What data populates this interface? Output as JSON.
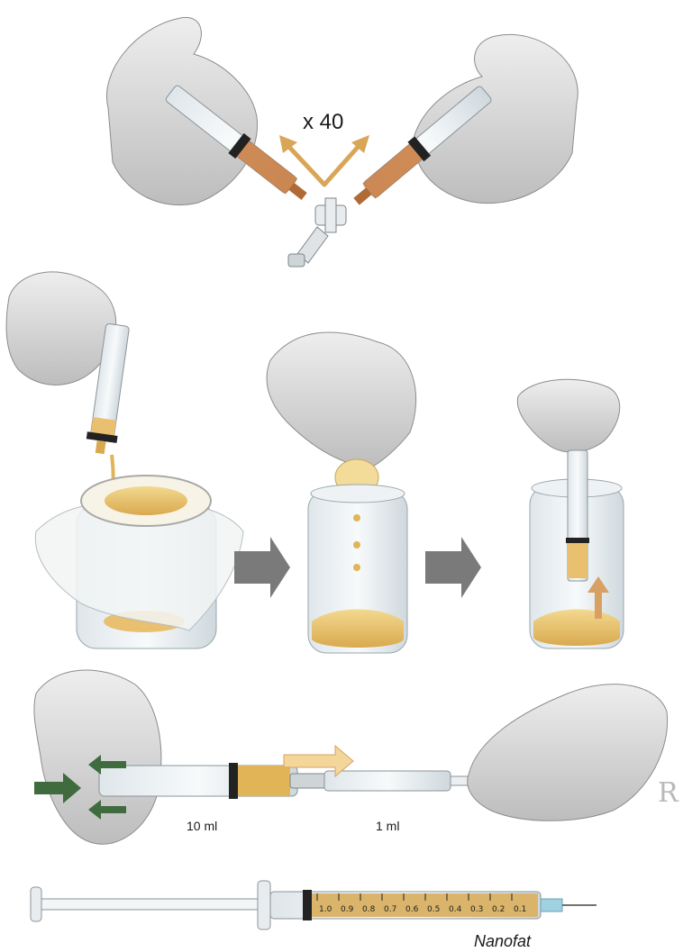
{
  "labels": {
    "repetitions": "x 40",
    "syringe_10": "10 ml",
    "syringe_1": "1 ml",
    "product": "Nanofat"
  },
  "colors": {
    "fat_yellow": "#e8c070",
    "fat_light": "#f3dc9a",
    "emulsion_orange": "#c9783a",
    "glove_gray": "#d9d9d9",
    "arrow_gray": "#7a7a7a",
    "arrow_green": "#3f6b3f",
    "arrow_orange": "#d8a062"
  },
  "scale_1ml": [
    "1.0",
    "0.9",
    "0.8",
    "0.7",
    "0.6",
    "0.5",
    "0.4",
    "0.3",
    "0.2",
    "0.1"
  ]
}
